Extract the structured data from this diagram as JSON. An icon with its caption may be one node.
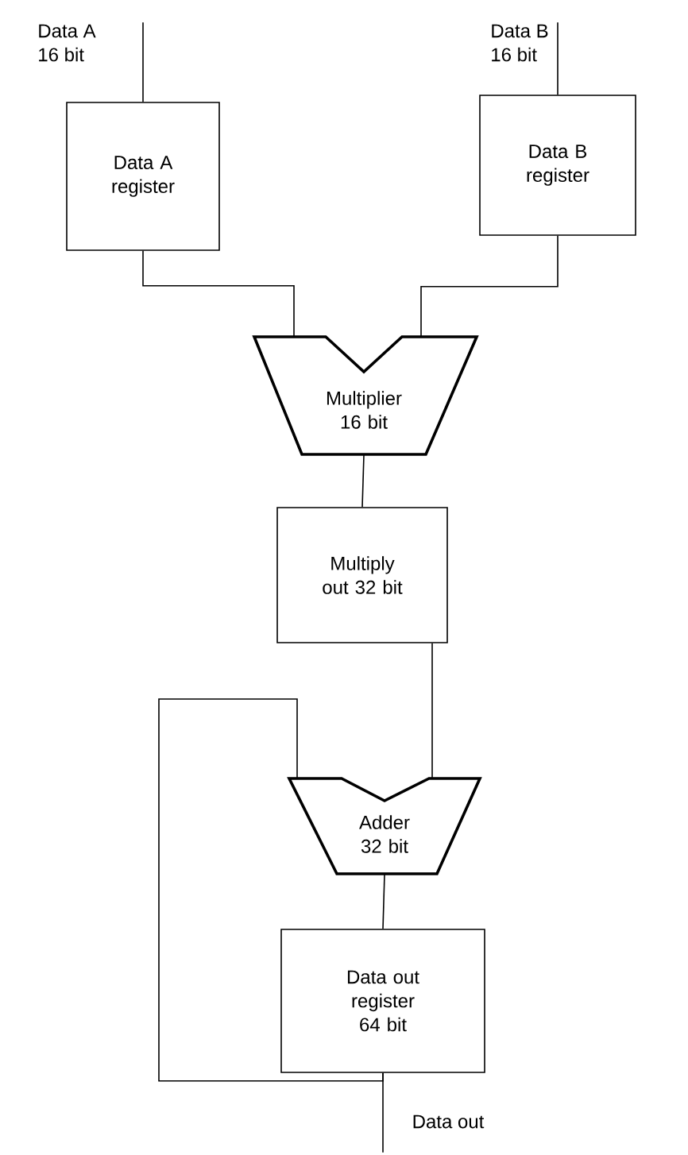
{
  "diagram": {
    "nodes": [
      {
        "text": [
          "Data A",
          "16 bit"
        ]
      },
      {
        "text": [
          "Data B",
          "16 bit"
        ]
      },
      {
        "text": [
          "Data A register"
        ]
      },
      {
        "text": [
          "Data B register"
        ]
      },
      {
        "text": [
          "Multiplier 16 bit"
        ]
      },
      {
        "text": [
          "Multiply out 32 bit"
        ]
      },
      {
        "text": [
          "Adder 32 bit"
        ]
      },
      {
        "text": [
          "Data out register 64 bit"
        ]
      },
      {
        "text": [
          "Data out"
        ]
      }
    ],
    "edges": [
      {
        "from": 0,
        "to": 2,
        "arrow": "none"
      },
      {
        "from": 1,
        "to": 3,
        "arrow": "none"
      },
      {
        "from": 2,
        "to": 4,
        "arrow": "none"
      },
      {
        "from": 3,
        "to": 4,
        "arrow": "none"
      },
      {
        "from": 4,
        "to": 5,
        "arrow": "none"
      },
      {
        "from": 5,
        "to": 6,
        "arrow": "none"
      },
      {
        "from": 6,
        "to": 7,
        "arrow": "none"
      },
      {
        "from": 7,
        "to": 6,
        "arrow": "none"
      },
      {
        "from": 7,
        "to": 8,
        "arrow": "none"
      }
    ]
  }
}
